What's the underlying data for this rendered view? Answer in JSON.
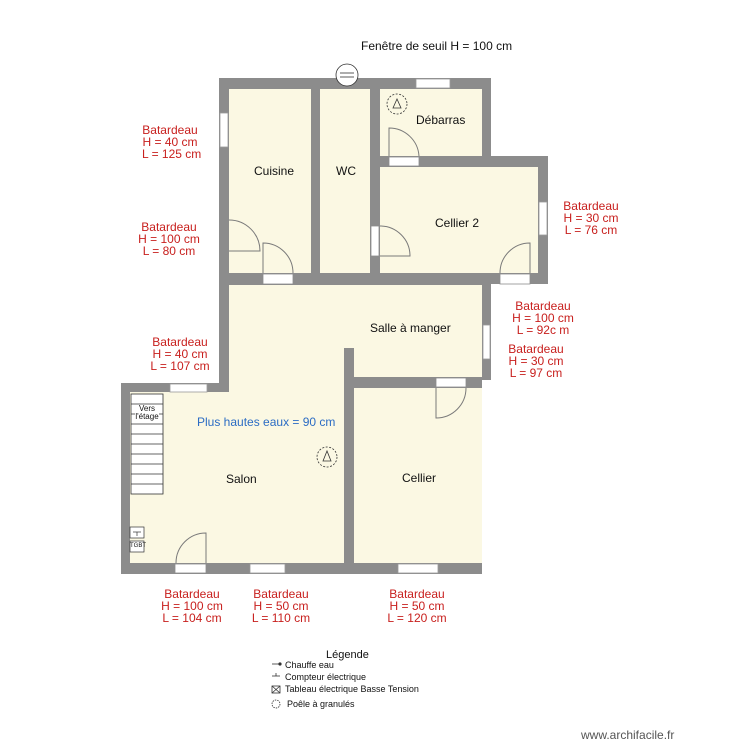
{
  "header": {
    "window_note": "Fenêtre de seuil H = 100 cm"
  },
  "rooms": {
    "cuisine": "Cuisine",
    "wc": "WC",
    "debarras": "Débarras",
    "cellier2": "Cellier 2",
    "salle": "Salle à manger",
    "salon": "Salon",
    "cellier": "Cellier"
  },
  "flood_note": "Plus hautes eaux = 90 cm",
  "stairs_label": {
    "line1": "Vers",
    "line2": "l'étage"
  },
  "batardeaux": [
    {
      "title": "Batardeau",
      "h": "H = 40 cm",
      "l": "L = 125 cm"
    },
    {
      "title": "Batardeau",
      "h": "H = 100 cm",
      "l": "L = 80 cm"
    },
    {
      "title": "Batardeau",
      "h": "H = 40 cm",
      "l": "L = 107 cm"
    },
    {
      "title": "Batardeau",
      "h": "H = 30 cm",
      "l": "L = 76 cm"
    },
    {
      "title": "Batardeau",
      "h": "H = 100 cm",
      "l": "L = 92c m"
    },
    {
      "title": "Batardeau",
      "h": "H = 30 cm",
      "l": "L = 97 cm"
    },
    {
      "title": "Batardeau",
      "h": "H = 100 cm",
      "l": "L = 104 cm"
    },
    {
      "title": "Batardeau",
      "h": "H = 50 cm",
      "l": "L = 110 cm"
    },
    {
      "title": "Batardeau",
      "h": "H = 50 cm",
      "l": "L = 120 cm"
    }
  ],
  "legend": {
    "title": "Légende",
    "items": [
      "Chauffe eau",
      "Compteur électrique",
      "Tableau électrique Basse Tension",
      "Poêle à granulés"
    ]
  },
  "equipment_tags": {
    "tgbt": "TGBT"
  },
  "footer": {
    "site": "www.archifacile.fr"
  },
  "colors": {
    "floor": "#fbf8e3",
    "wall": "#8c8c8c",
    "batardeau_text": "#c8201e",
    "flood_text": "#2b6cc4"
  }
}
